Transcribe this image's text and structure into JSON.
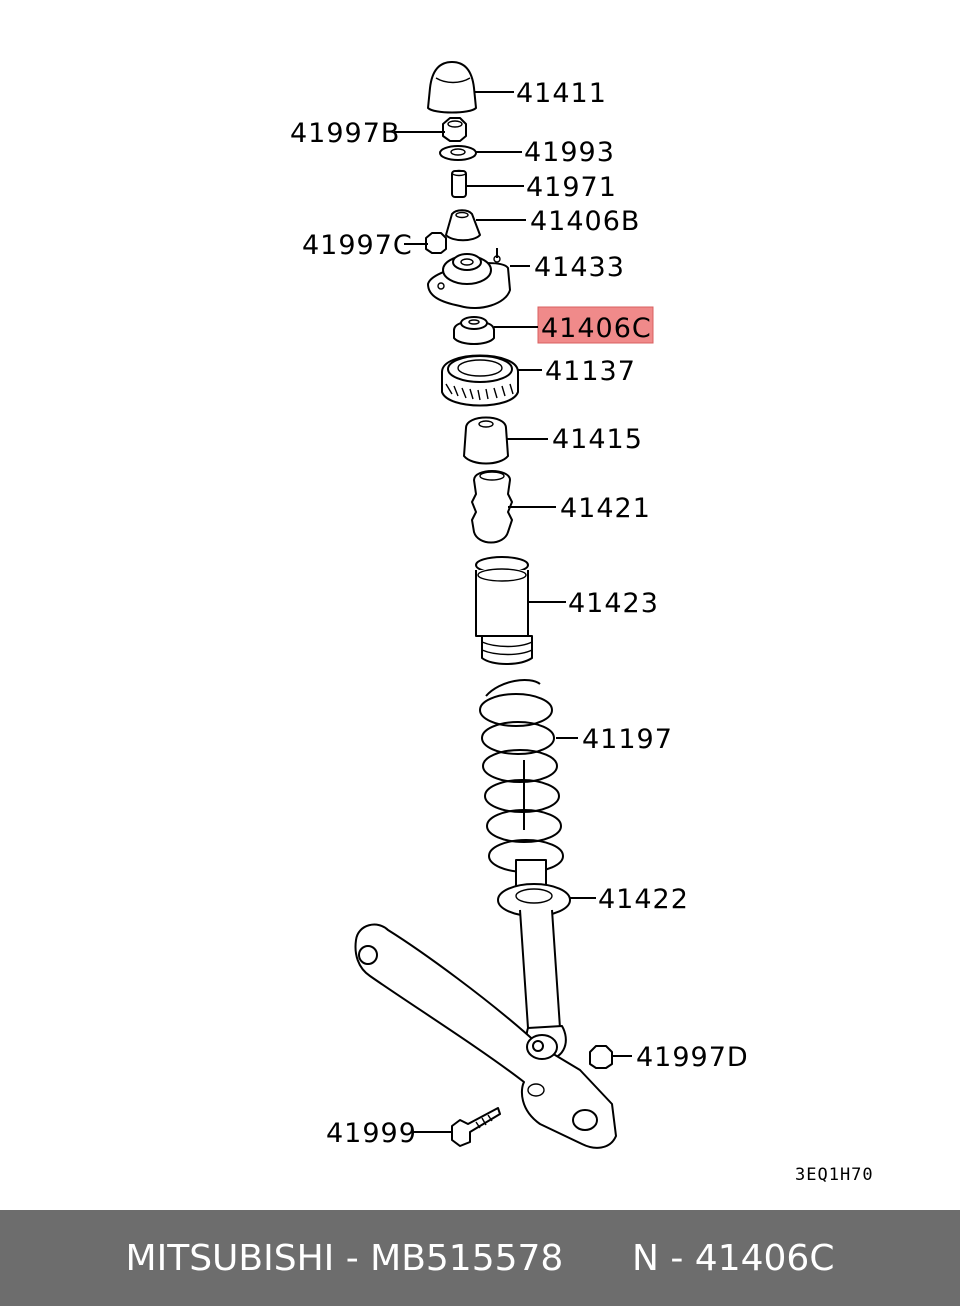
{
  "diagram": {
    "parts": [
      {
        "id": "p41411",
        "label": "41411"
      },
      {
        "id": "p41997b",
        "label": "41997B"
      },
      {
        "id": "p41993",
        "label": "41993"
      },
      {
        "id": "p41971",
        "label": "41971"
      },
      {
        "id": "p41406b",
        "label": "41406B"
      },
      {
        "id": "p41997c",
        "label": "41997C"
      },
      {
        "id": "p41433",
        "label": "41433"
      },
      {
        "id": "p41406c",
        "label": "41406C",
        "highlighted": true
      },
      {
        "id": "p41137",
        "label": "41137"
      },
      {
        "id": "p41415",
        "label": "41415"
      },
      {
        "id": "p41421",
        "label": "41421"
      },
      {
        "id": "p41423",
        "label": "41423"
      },
      {
        "id": "p41197",
        "label": "41197"
      },
      {
        "id": "p41422",
        "label": "41422"
      },
      {
        "id": "p41997d",
        "label": "41997D"
      },
      {
        "id": "p41999",
        "label": "41999"
      }
    ],
    "drawing_code": "3EQ1H70",
    "highlight_color": "#f08a8a"
  },
  "footer": {
    "brand_part": "MITSUBISHI - MB515578",
    "ref": "N - 41406C"
  },
  "colors": {
    "footer_bg": "#6d6d6d",
    "footer_text": "#ffffff"
  }
}
